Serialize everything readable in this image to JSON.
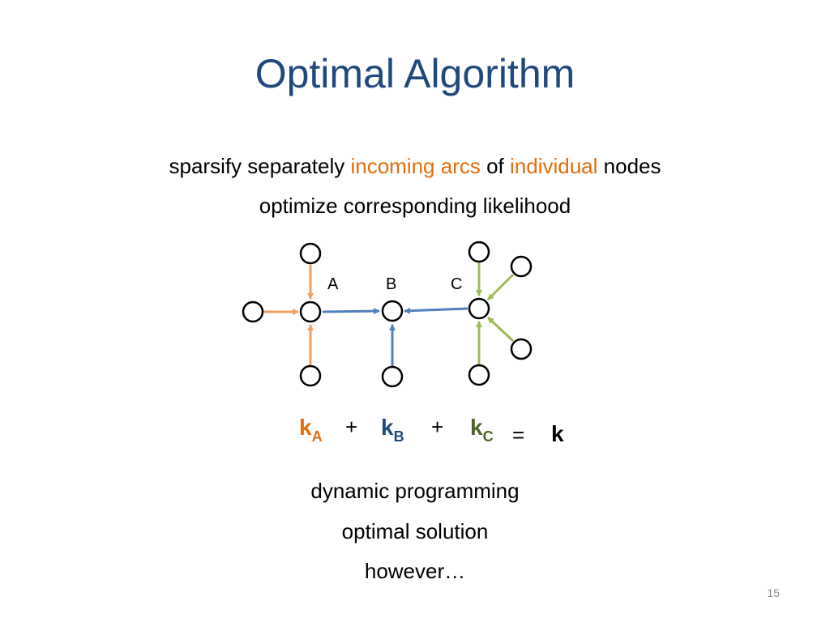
{
  "slide": {
    "title": "Optimal Algorithm",
    "line1": {
      "t1": "sparsify separately ",
      "t2": "incoming arcs",
      "t3": " of ",
      "t4": "individual",
      "t5": " nodes"
    },
    "line2": "optimize corresponding likelihood",
    "bottom": [
      "dynamic programming",
      "optimal solution",
      "however…"
    ],
    "page_number": "15"
  },
  "diagram": {
    "labels": {
      "a": "A",
      "b": "B",
      "c": "C"
    },
    "colors": {
      "orange": "#F0A060",
      "blue": "#4F81BD",
      "green": "#9BBB59",
      "node_stroke": "#000000"
    }
  },
  "equation": {
    "kA": {
      "k": "k",
      "sub": "A",
      "color": "#E46C0A"
    },
    "plus1": "+",
    "kB": {
      "k": "k",
      "sub": "B",
      "color": "#1F497D"
    },
    "plus2": "+",
    "kC": {
      "k": "k",
      "sub": "C",
      "color": "#4F6228"
    },
    "equals": "=",
    "k": "k"
  }
}
